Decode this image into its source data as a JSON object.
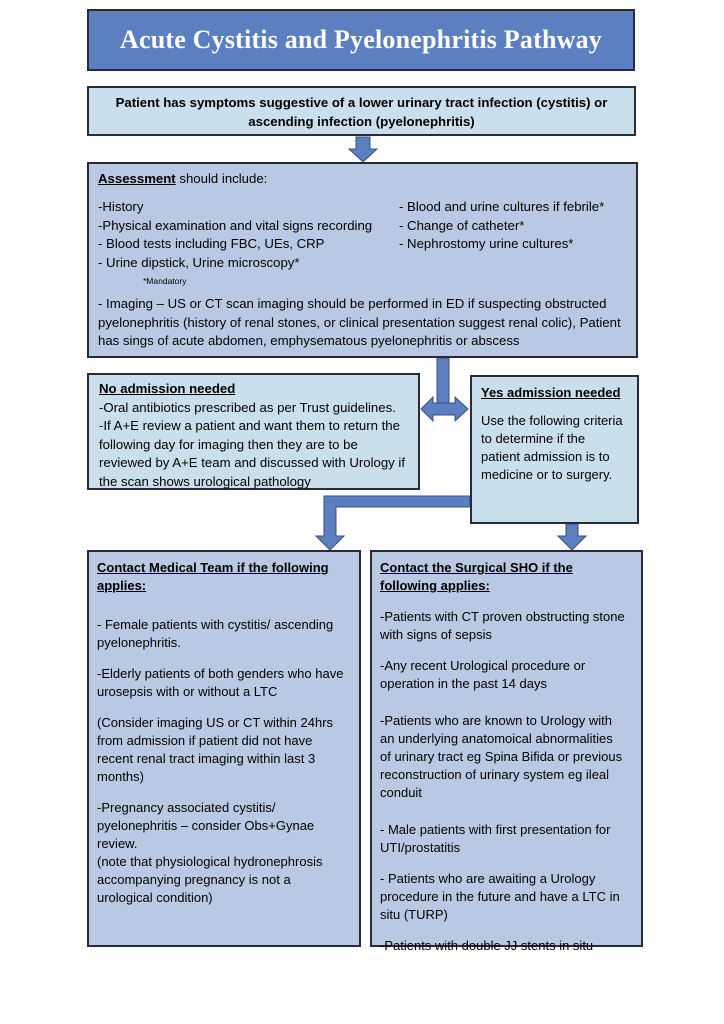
{
  "title": "Acute Cystitis and Pyelonephritis Pathway",
  "symptoms": {
    "line1": "Patient has symptoms suggestive of a lower urinary tract infection (cystitis) or",
    "line2": "ascending infection (pyelonephritis)"
  },
  "assessment": {
    "heading": "Assessment",
    "heading_rest": " should include:",
    "left_items": [
      "-History",
      "-Physical examination and vital signs recording",
      "- Blood tests including FBC, UEs, CRP",
      "- Urine dipstick, Urine microscopy*"
    ],
    "right_items": [
      "- Blood and urine cultures if febrile*",
      "- Change of catheter*",
      "- Nephrostomy urine cultures*"
    ],
    "mandatory_note": "*Mandatory",
    "imaging_lines": [
      "- Imaging – US or CT scan imaging should be performed in ED if suspecting obstructed",
      "pyelonephritis (history of renal stones, or clinical presentation suggest renal colic), Patient",
      "has sings of acute abdomen, emphysematous pyelonephritis or abscess"
    ]
  },
  "no_admission": {
    "heading": "No admission needed",
    "lines": [
      "-Oral antibiotics prescribed as per Trust guidelines.",
      "-If A+E review a patient and want them to return the",
      "following day for imaging then they are to be",
      "reviewed by A+E team and discussed with Urology if",
      "the scan shows urological pathology"
    ]
  },
  "yes_admission": {
    "heading": "Yes admission needed",
    "lines": [
      "Use the following criteria",
      "to determine if the",
      "patient admission is to",
      "medicine or to surgery."
    ]
  },
  "medical": {
    "heading_lines": [
      "Contact Medical Team if the following",
      "applies:"
    ],
    "paragraphs": [
      [
        "- Female patients with cystitis/ ascending",
        "pyelonephritis."
      ],
      [
        "-Elderly patients of both genders who have",
        "urosepsis with or without a LTC"
      ],
      [
        "(Consider imaging US or CT within 24hrs",
        "from admission if patient did not have",
        "recent renal tract imaging within last 3",
        "months)"
      ],
      [
        "-Pregnancy associated cystitis/",
        "pyelonephritis – consider Obs+Gynae",
        "review.",
        "(note that physiological hydronephrosis",
        "accompanying pregnancy is not a",
        "urological condition)"
      ]
    ]
  },
  "surgical": {
    "heading_lines": [
      "Contact the Surgical SHO if the",
      "following applies:"
    ],
    "paragraphs": [
      [
        "-Patients with CT proven obstructing stone",
        "with signs of sepsis"
      ],
      [
        "-Any recent Urological procedure or",
        "operation in the past 14 days"
      ],
      [
        "-Patients who are known to Urology with",
        "an underlying anatomoical abnormalities",
        "of urinary tract eg Spina Bifida or previous",
        "reconstruction of urinary system eg ileal",
        "conduit"
      ],
      [
        "- Male patients with first presentation for",
        "UTI/prostatitis"
      ],
      [
        "- Patients who are awaiting a Urology",
        "procedure in the future and have a LTC in",
        "situ (TURP)"
      ],
      [
        "-Patients with double JJ stents in situ"
      ]
    ]
  },
  "colors": {
    "title_fill": "#5b7fc0",
    "light_box": "#c9e0ec",
    "mid_box": "#b9c9e4",
    "arrow": "#5b7fc0"
  }
}
